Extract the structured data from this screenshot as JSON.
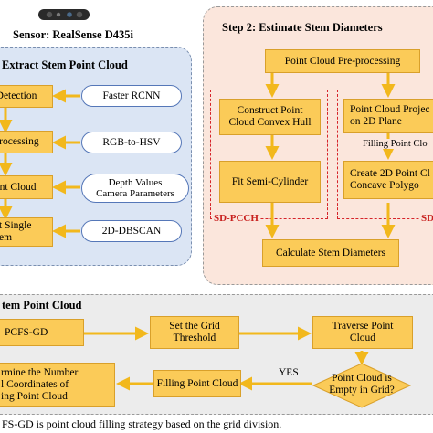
{
  "sensor": {
    "label": "Sensor: RealSense D435i"
  },
  "step1": {
    "title": "Extract Stem Point Cloud",
    "steps": [
      "Detection",
      "processing",
      "int Cloud",
      "t Single\nem"
    ],
    "methods": [
      "Faster RCNN",
      "RGB-to-HSV",
      "Depth Values\nCamera Parameters",
      "2D-DBSCAN"
    ]
  },
  "step2": {
    "title": "Step 2: Estimate Stem Diameters",
    "preprocess": "Point Cloud Pre-processing",
    "left_group_label": "SD-PCCH",
    "convex_hull": "Construct Point\nCloud Convex Hull",
    "semi_cylinder": "Fit Semi-Cylinder",
    "right_group_label": "SD",
    "projection": "Point Cloud Projec\non 2D Plane",
    "filling_label": "Filling Point Clo",
    "concave": "Create 2D Point Cl\nConcave Polygo",
    "calculate": "Calculate Stem Diameters"
  },
  "pcfs": {
    "title": "tem Point Cloud",
    "pcfs_gd": "PCFS-GD",
    "grid_threshold": "Set the Grid\nThreshold",
    "traverse": "Traverse Point\nCloud",
    "decision": "Point Cloud is\nEmpty in Grid?",
    "yes_label": "YES",
    "filling": "Filling Point Cloud",
    "determine": "rmine the Number\nl Coordinates of\ning Point Cloud"
  },
  "footnote": "FS-GD is point cloud filling strategy based on the grid division.",
  "colors": {
    "box_fill": "#fbcb58",
    "arrow": "#f2b81c",
    "panel1_fill": "#dbe5f4",
    "panel2_fill": "#fbe6dc",
    "panel3_fill": "#ececec",
    "red_dash": "#d6242a",
    "pill_border": "#5577b8"
  }
}
